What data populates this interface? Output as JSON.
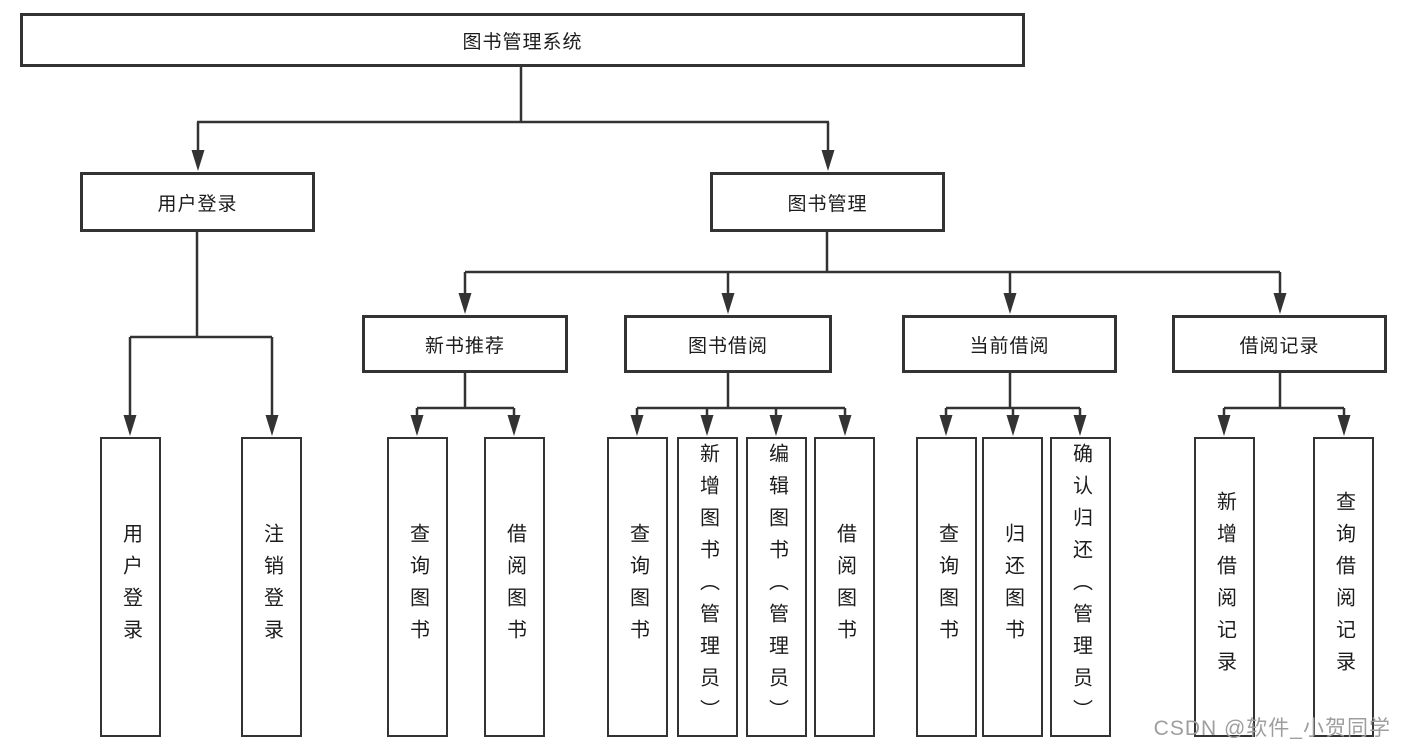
{
  "diagram_title": "图书管理系统",
  "tree": {
    "root": {
      "label": "图书管理系统"
    },
    "level2": [
      {
        "label": "用户登录",
        "parent": "图书管理系统"
      },
      {
        "label": "图书管理",
        "parent": "图书管理系统"
      }
    ],
    "level3": [
      {
        "label": "新书推荐",
        "parent": "图书管理"
      },
      {
        "label": "图书借阅",
        "parent": "图书管理"
      },
      {
        "label": "当前借阅",
        "parent": "图书管理"
      },
      {
        "label": "借阅记录",
        "parent": "图书管理"
      }
    ],
    "leaves": [
      {
        "label": "用户登录",
        "parent": "用户登录"
      },
      {
        "label": "注销登录",
        "parent": "用户登录"
      },
      {
        "label": "查询图书",
        "parent": "新书推荐"
      },
      {
        "label": "借阅图书",
        "parent": "新书推荐"
      },
      {
        "label": "查询图书",
        "parent": "图书借阅"
      },
      {
        "label": "新增图书（管理员）",
        "parent": "图书借阅"
      },
      {
        "label": "编辑图书（管理员）",
        "parent": "图书借阅"
      },
      {
        "label": "借阅图书",
        "parent": "图书借阅"
      },
      {
        "label": "查询图书",
        "parent": "当前借阅"
      },
      {
        "label": "归还图书",
        "parent": "当前借阅"
      },
      {
        "label": "确认归还（管理员）",
        "parent": "当前借阅"
      },
      {
        "label": "新增借阅记录",
        "parent": "借阅记录"
      },
      {
        "label": "查询借阅记录",
        "parent": "借阅记录"
      }
    ]
  },
  "watermark": {
    "text": "CSDN @软件_小贺同学"
  },
  "colors": {
    "line": "#333333",
    "box_border": "#333333",
    "text": "#1c1c1c",
    "watermark": "#9e9e9e",
    "background": "#ffffff"
  }
}
